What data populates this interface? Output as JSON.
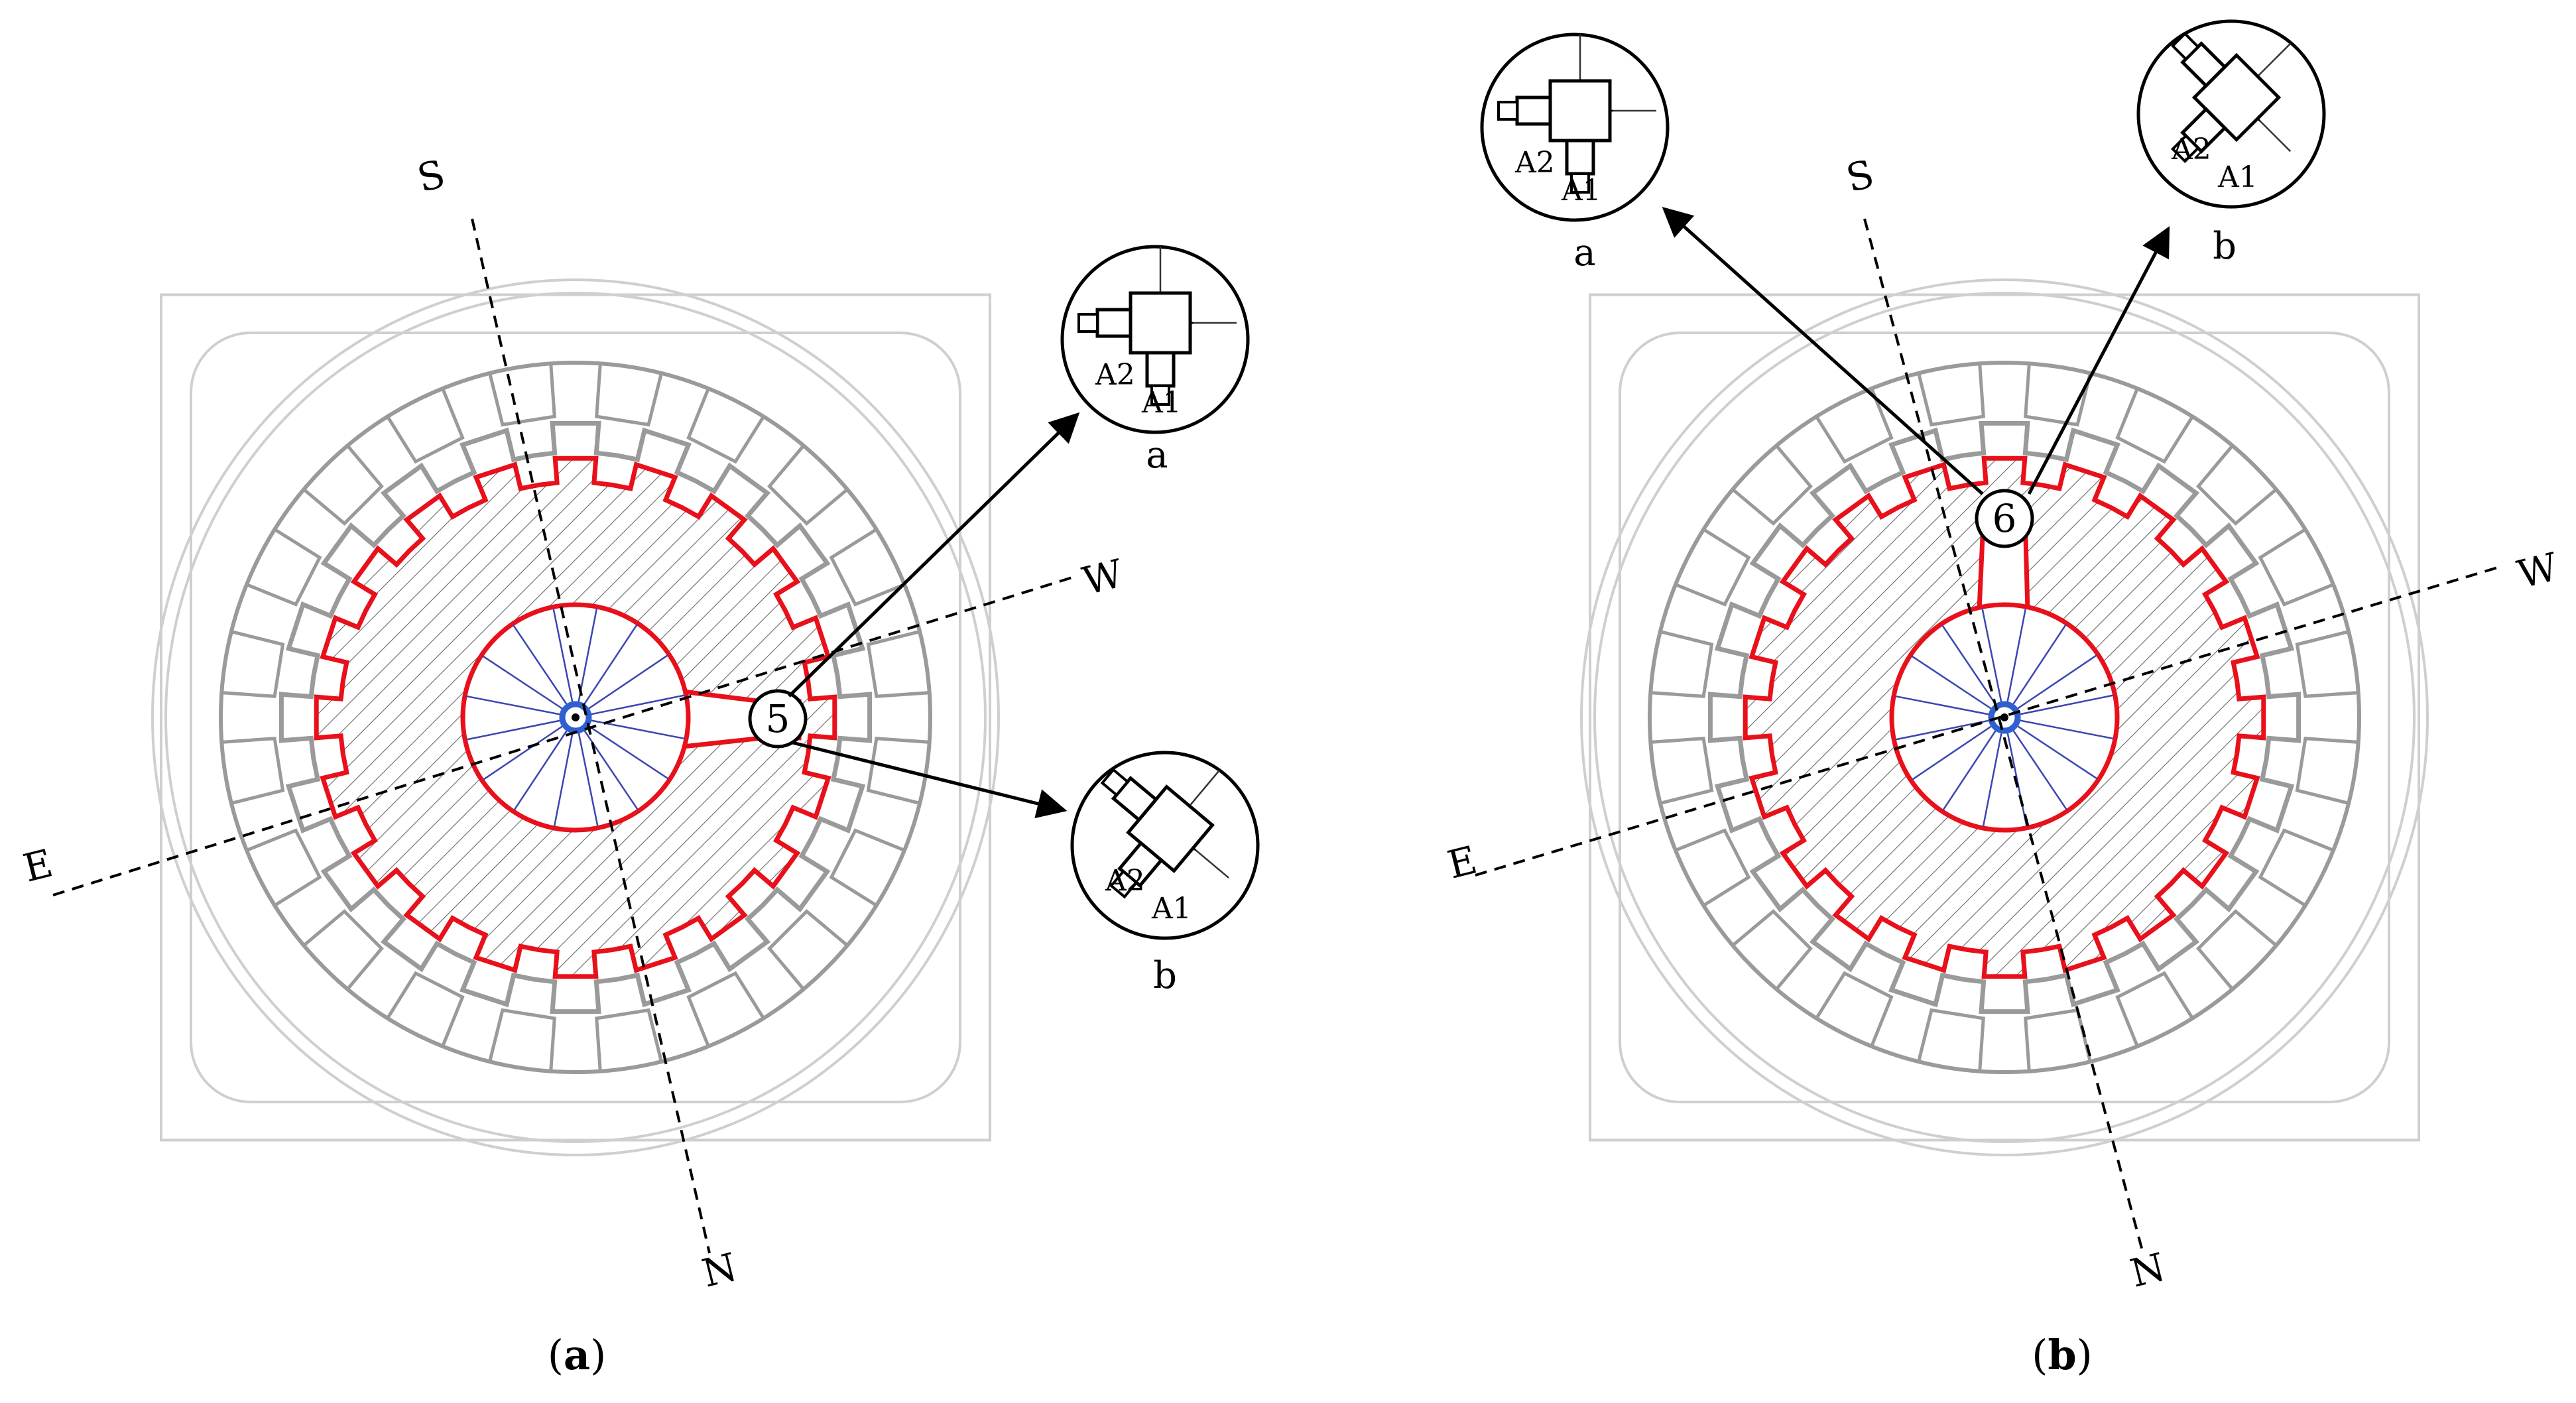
{
  "panels": [
    {
      "id": "a",
      "caption": {
        "open": "(",
        "letter": "a",
        "close": ")"
      },
      "point_label": "5",
      "compass": {
        "south": "S",
        "north": "N",
        "east": "E",
        "west": "W"
      },
      "details": [
        {
          "letter": "a",
          "sensor_top": "A2",
          "sensor_bottom": "A1"
        },
        {
          "letter": "b",
          "sensor_top": "A2",
          "sensor_bottom": "A1"
        }
      ]
    },
    {
      "id": "b",
      "caption": {
        "open": "(",
        "letter": "b",
        "close": ")"
      },
      "point_label": "6",
      "compass": {
        "south": "S",
        "north": "N",
        "east": "E",
        "west": "W"
      },
      "details": [
        {
          "letter": "a",
          "sensor_top": "A2",
          "sensor_bottom": "A1"
        },
        {
          "letter": "b",
          "sensor_top": "A2",
          "sensor_bottom": "A1"
        }
      ]
    }
  ],
  "colors": {
    "structure_gray": "#9a9a9a",
    "outline_light": "#cfcfcf",
    "foundation_red": "#e8101a",
    "spoke_blue": "#3b46b0",
    "hub_blue": "#2f5fd0",
    "ink": "#000000",
    "hatch": "#555555"
  }
}
